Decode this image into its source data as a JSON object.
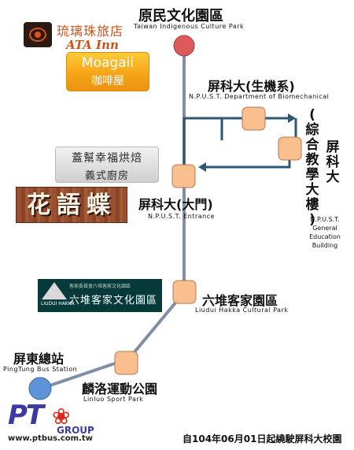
{
  "stops": {
    "yuanmin": {
      "name": "原民文化園區",
      "en": "Taiwan Indigenous Culture Park"
    },
    "biomech": {
      "name": "屏科大(生機系)",
      "en": "N.P.U.S.T. Department of Biomechanical"
    },
    "general": {
      "name_lines": [
        "(",
        "綜",
        "合",
        "教",
        "學",
        "大",
        "樓",
        ")"
      ],
      "prefix_lines": [
        "屏",
        "科",
        "大"
      ],
      "en_lines": [
        "N.P.U.S.T.",
        "General",
        "Education",
        "Building"
      ]
    },
    "entrance": {
      "name": "屏科大(大門)",
      "en": "N.P.U.S.T. Entrance"
    },
    "hakka": {
      "name": "六堆客家園區",
      "en": "Liudui Hakka Cultural Park"
    },
    "busstation": {
      "name": "屏東總站",
      "en": "PingTung Bus Station"
    },
    "linluo": {
      "name": "麟洛運動公園",
      "en": "Linluo Sport Park"
    }
  },
  "logos": {
    "ata": {
      "cn": "琉璃珠旅店",
      "en": "ATA Inn"
    },
    "moagaii": {
      "en": "Moagaii",
      "cn": "咖啡屋"
    },
    "bakery": {
      "line1": "蓋幫幸福烘焙",
      "line2": "義式廚房"
    },
    "huayu": {
      "text": "花語蝶"
    },
    "hakka_center": {
      "small": "客家委員會六堆客家文化園區",
      "main": "六堆客家文化園區",
      "sub": "LIUDUI HAKKA"
    },
    "ptbus": {
      "letters": "PT",
      "group": "GROUP",
      "url": "www.ptbus.com.tw"
    }
  },
  "notice": "自104年06月01日起繞駛屏科大校園",
  "colors": {
    "route_line": "#7f8fa5",
    "stop_fill": "#f9bf8e",
    "stop_stroke": "#b57a4d",
    "terminal_red": "#dd5a5a",
    "terminal_blue": "#5f93d8",
    "loop_arrow": "#2e5773"
  }
}
